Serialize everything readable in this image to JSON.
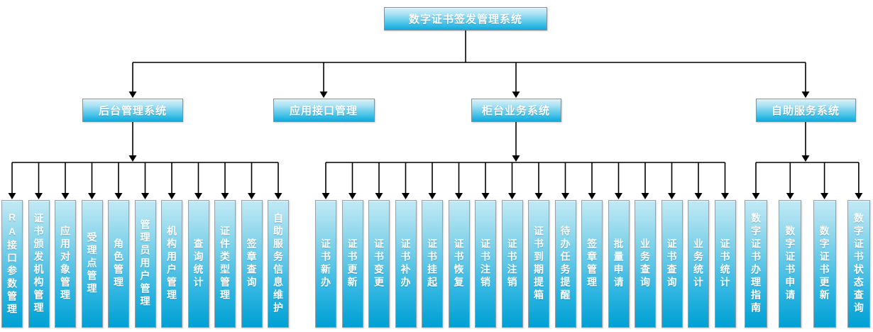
{
  "root": {
    "label": "数字证书签发管理系统"
  },
  "branches": [
    {
      "label": "后台管理系统",
      "children": [
        "RA接口参数管理",
        "证书颁发机构管理",
        "应用对象管理",
        "受理点管理",
        "角色管理",
        "管理员用户管理",
        "机构用户管理",
        "查询统计",
        "证件类型管理",
        "签章查询",
        "自助服务信息维护"
      ]
    },
    {
      "label": "应用接口管理",
      "children": []
    },
    {
      "label": "柜台业务系统",
      "children": [
        "证书新办",
        "证书更新",
        "证书变更",
        "证书补办",
        "证书挂起",
        "证书恢复",
        "证书注销",
        "证书注销",
        "证书到期提箱",
        "待办任务提醒",
        "签章管理",
        "批量申请",
        "业务查询",
        "证书查询",
        "业务统计",
        "证书统计"
      ]
    },
    {
      "label": "自助服务系统",
      "children": [
        "数字证书办理指南",
        "数字证书申请",
        "数字证书更新",
        "数字证书状态查询"
      ]
    }
  ],
  "colors": {
    "node_gradient_top": "#d9f2fa",
    "node_gradient_bottom": "#00a2d8",
    "node_text": "#ffffff",
    "node_border": "#848e93",
    "connector": "#000000"
  }
}
